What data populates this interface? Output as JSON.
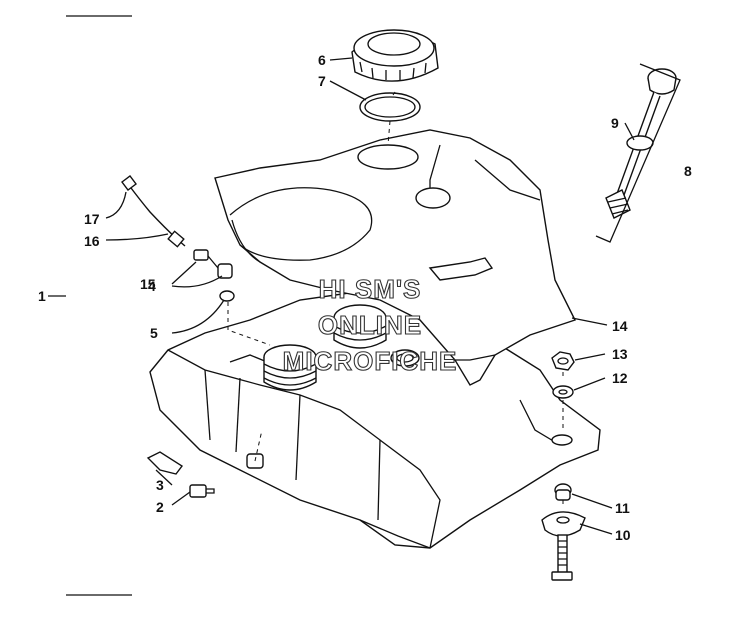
{
  "diagram": {
    "callouts": [
      {
        "id": "1",
        "label": "1"
      },
      {
        "id": "2",
        "label": "2"
      },
      {
        "id": "3",
        "label": "3"
      },
      {
        "id": "4",
        "label": "4"
      },
      {
        "id": "5",
        "label": "5"
      },
      {
        "id": "6",
        "label": "6"
      },
      {
        "id": "7",
        "label": "7"
      },
      {
        "id": "8",
        "label": "8"
      },
      {
        "id": "9",
        "label": "9"
      },
      {
        "id": "10",
        "label": "10"
      },
      {
        "id": "11",
        "label": "11"
      },
      {
        "id": "12",
        "label": "12"
      },
      {
        "id": "13",
        "label": "13"
      },
      {
        "id": "14",
        "label": "14"
      },
      {
        "id": "15",
        "label": "15"
      },
      {
        "id": "16",
        "label": "16"
      },
      {
        "id": "17",
        "label": "17"
      }
    ],
    "watermark": {
      "line1": "HI SM'S",
      "line2": "ONLINE",
      "line3": "MICROFICHE"
    }
  }
}
